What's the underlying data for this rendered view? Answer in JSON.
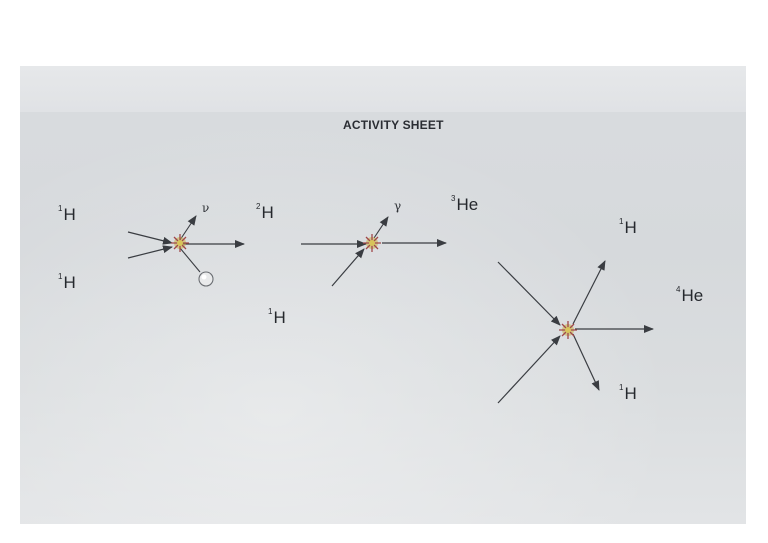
{
  "title": "ACTIVITY SHEET",
  "labels": {
    "h1_top_left": {
      "mass": "1",
      "symbol": "H"
    },
    "h1_bottom_left": {
      "mass": "1",
      "symbol": "H"
    },
    "h2": {
      "mass": "2",
      "symbol": "H"
    },
    "h1_middle": {
      "mass": "1",
      "symbol": "H"
    },
    "he3": {
      "mass": "3",
      "symbol": "He"
    },
    "h1_right_top": {
      "mass": "1",
      "symbol": "H"
    },
    "he4": {
      "mass": "4",
      "symbol": "He"
    },
    "h1_right_bottom": {
      "mass": "1",
      "symbol": "H"
    },
    "neutrino": "ν",
    "gamma": "γ"
  },
  "colors": {
    "paper": "#d8dbde",
    "ink": "#2a2d33",
    "burst": "#b9a23a"
  }
}
